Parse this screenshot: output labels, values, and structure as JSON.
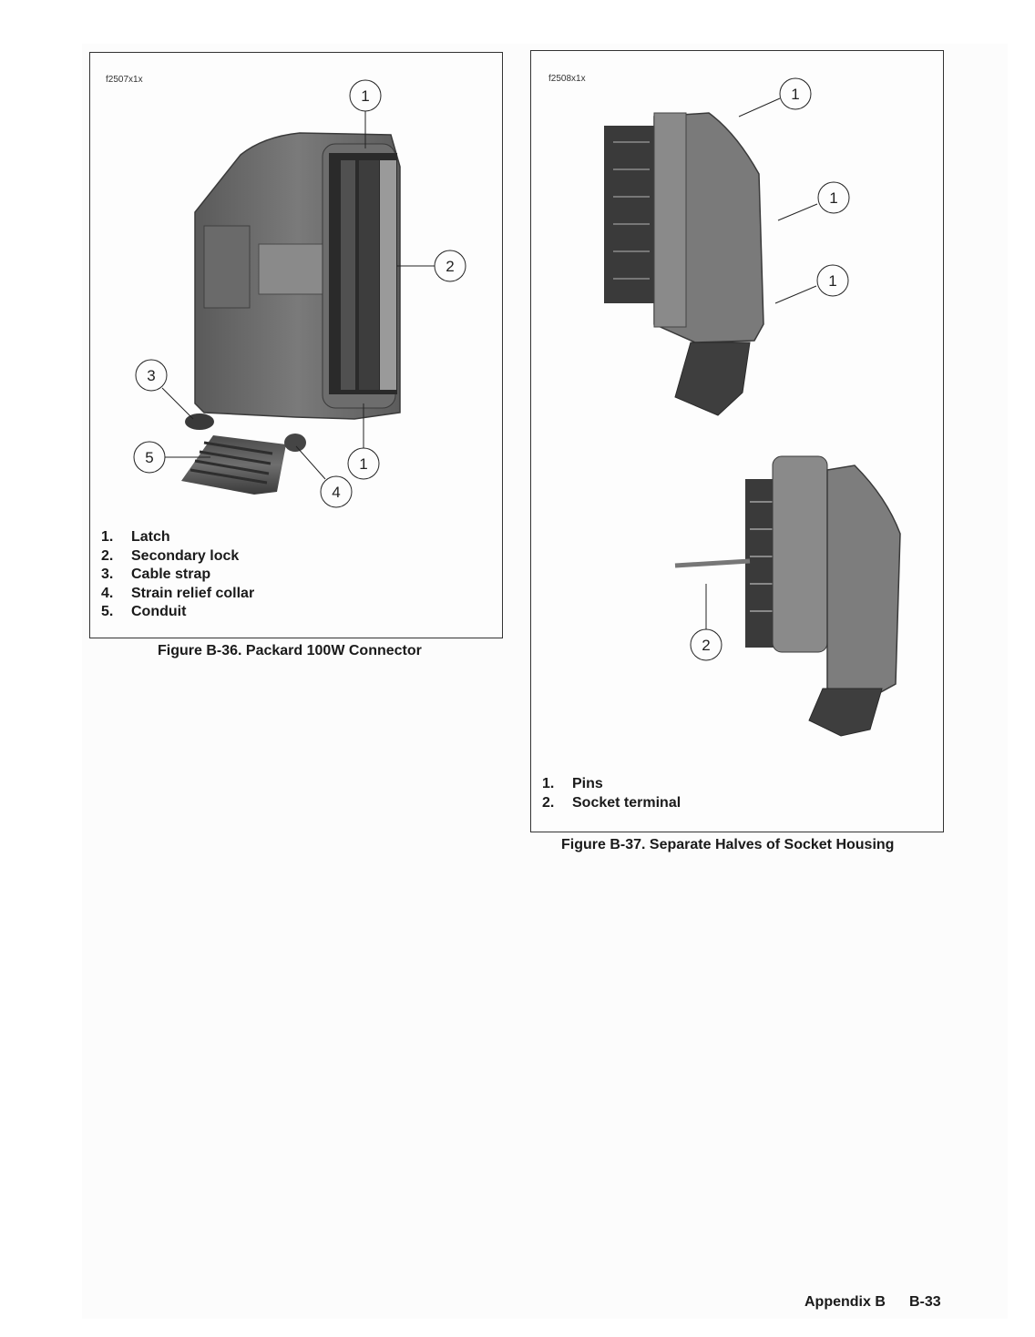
{
  "figure_1": {
    "image_id": "f2507x1x",
    "callouts": [
      "1",
      "2",
      "3",
      "4",
      "5",
      "1"
    ],
    "legend": [
      {
        "num": "1.",
        "label": "Latch"
      },
      {
        "num": "2.",
        "label": "Secondary lock"
      },
      {
        "num": "3.",
        "label": "Cable strap"
      },
      {
        "num": "4.",
        "label": "Strain relief collar"
      },
      {
        "num": "5.",
        "label": "Conduit"
      }
    ],
    "caption": "Figure B-36. Packard 100W Connector"
  },
  "figure_2": {
    "image_id": "f2508x1x",
    "callouts": [
      "1",
      "1",
      "1",
      "2"
    ],
    "legend": [
      {
        "num": "1.",
        "label": "Pins"
      },
      {
        "num": "2.",
        "label": "Socket terminal"
      }
    ],
    "caption": "Figure B-37. Separate Halves of Socket Housing"
  },
  "footer": {
    "section": "Appendix B",
    "page": "B-33"
  }
}
